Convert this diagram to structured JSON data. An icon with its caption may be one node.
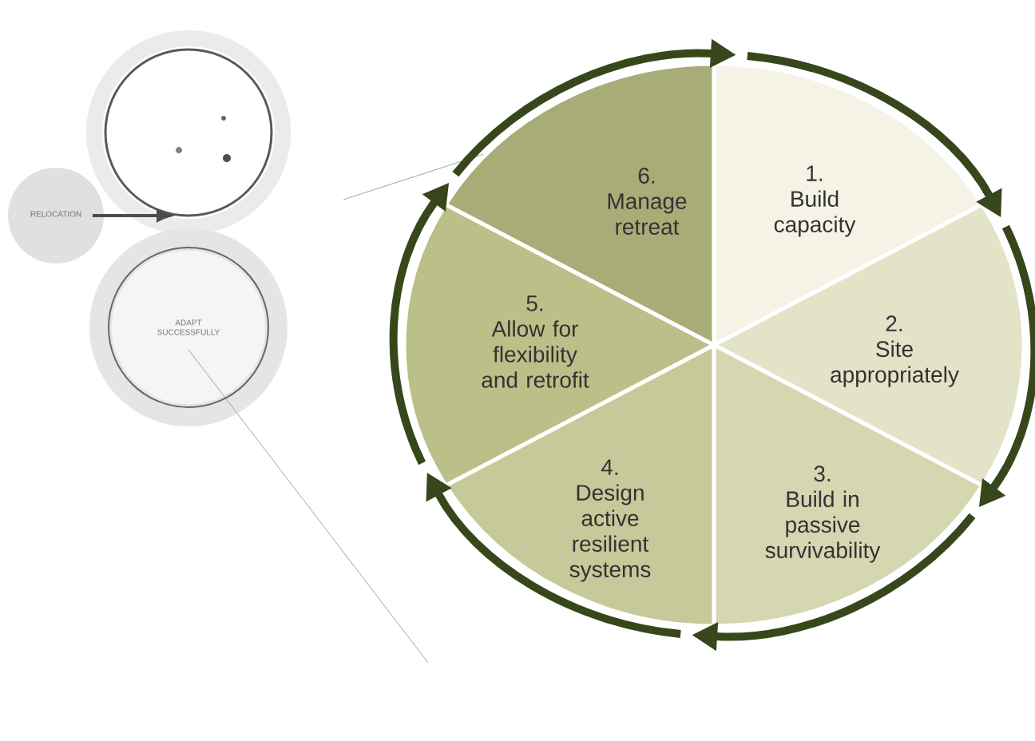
{
  "diagram": {
    "nodes": [
      {
        "text": [
          "1.",
          "Build capacity"
        ]
      },
      {
        "text": [
          "2.",
          "Site appropriately"
        ]
      },
      {
        "text": [
          "3.",
          "Build in passive survivability"
        ]
      },
      {
        "text": [
          "4.",
          "Design active resilient systems"
        ]
      },
      {
        "text": [
          "5.",
          "Allow for flexibility and retrofit"
        ]
      },
      {
        "text": [
          "6.",
          "Manage retreat"
        ]
      }
    ],
    "edges": [
      {
        "from": 0,
        "to": 1,
        "arrow": "to"
      },
      {
        "from": 1,
        "to": 2,
        "arrow": "to"
      },
      {
        "from": 2,
        "to": 3,
        "arrow": "to"
      },
      {
        "from": 3,
        "to": 4,
        "arrow": "to"
      },
      {
        "from": 4,
        "to": 5,
        "arrow": "to"
      },
      {
        "from": 5,
        "to": 0,
        "arrow": "to"
      }
    ],
    "labels": [
      "RELOCATION",
      "ADAPT SUCCESSFULLY"
    ]
  }
}
